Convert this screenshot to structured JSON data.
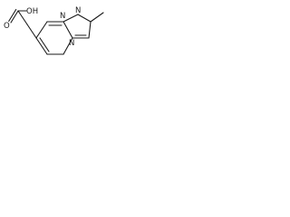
{
  "structure": {
    "atoms": {
      "oxygen_carbonyl": "O",
      "hydroxyl": "OH",
      "nitrogen_ring_upper_1": "N",
      "nitrogen_ring_upper_2": "N",
      "nitrogen_ring_lower": "N"
    },
    "colors": {
      "bond": "#1a1a1a",
      "background": "#ffffff"
    }
  }
}
